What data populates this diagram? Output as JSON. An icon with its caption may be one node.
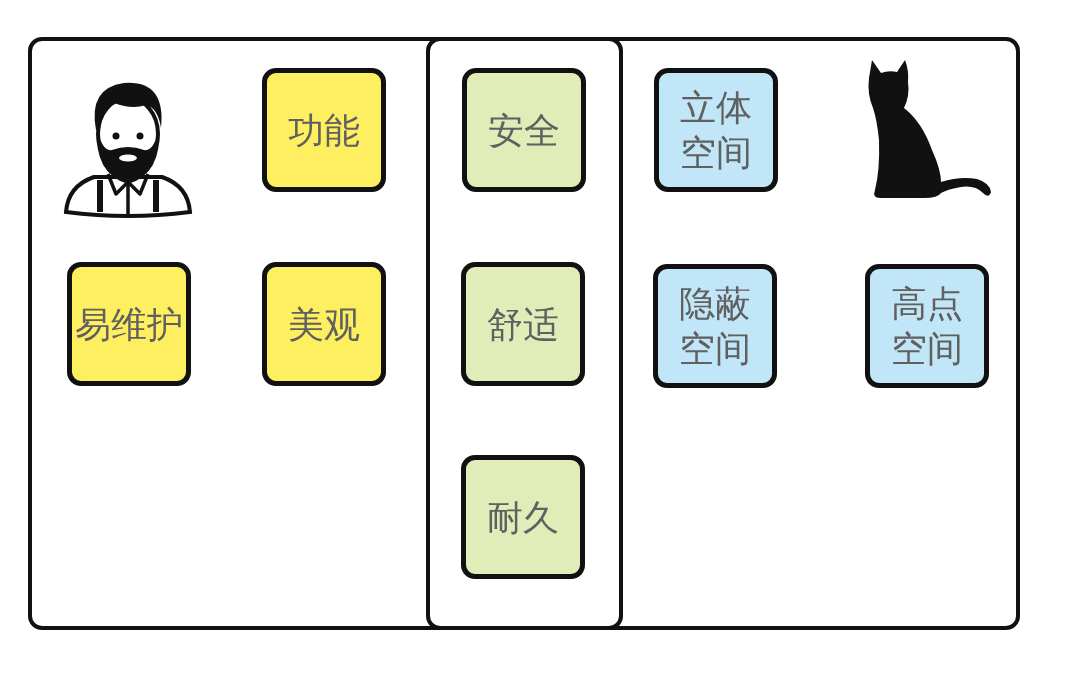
{
  "diagram": {
    "nodes": [
      {
        "text": [],
        "shape": "box"
      },
      {
        "text": [],
        "shape": "box",
        "in": 0
      },
      {
        "text": [],
        "shape": "picture",
        "in": 0
      },
      {
        "text": [
          "功能"
        ],
        "in": 0
      },
      {
        "text": [
          "安全"
        ],
        "in": 1
      },
      {
        "text": [
          "立体空间"
        ],
        "in": 0
      },
      {
        "text": [],
        "shape": "picture",
        "in": 0
      },
      {
        "text": [
          "易维护"
        ],
        "in": 0
      },
      {
        "text": [
          "美观"
        ],
        "in": 0
      },
      {
        "text": [
          "舒适"
        ],
        "in": 1
      },
      {
        "text": [
          "隐蔽空间"
        ],
        "in": 0
      },
      {
        "text": [
          "高点空间"
        ],
        "in": 0
      },
      {
        "text": [
          "耐久"
        ],
        "in": 1
      }
    ]
  }
}
